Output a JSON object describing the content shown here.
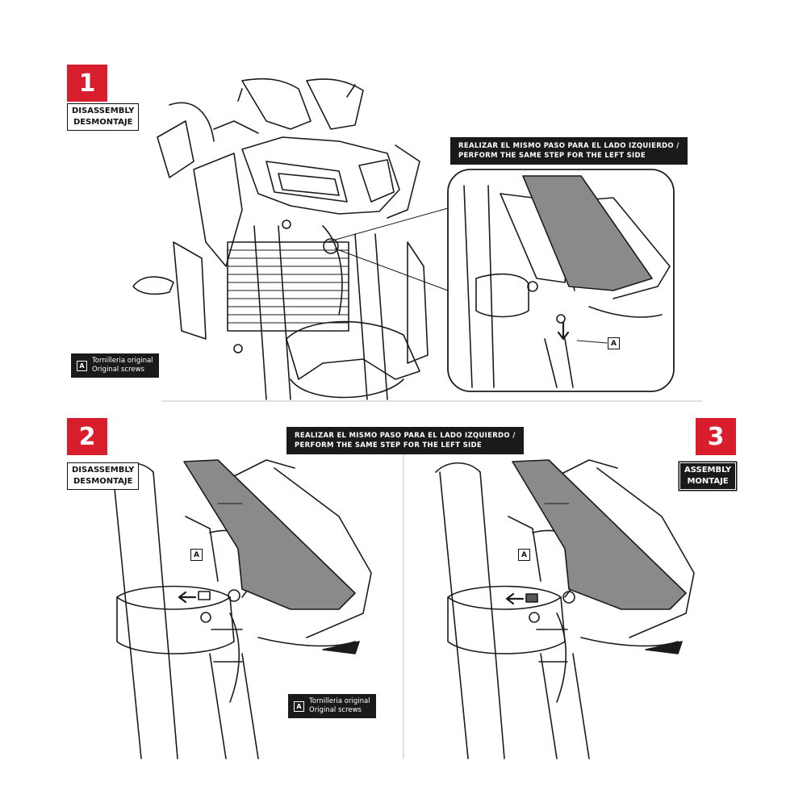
{
  "steps": [
    {
      "number": "1",
      "tag_line1": "DISASSEMBLY",
      "tag_line2": "DESMONTAJE"
    },
    {
      "number": "2",
      "tag_line1": "DISASSEMBLY",
      "tag_line2": "DESMONTAJE"
    },
    {
      "number": "3",
      "tag_line1": "ASSEMBLY",
      "tag_line2": "MONTAJE"
    }
  ],
  "notes": {
    "top_line1": "REALIZAR EL MISMO PASO PARA EL LADO IZQUIERDO /",
    "top_line2": "PERFORM THE SAME STEP FOR THE LEFT SIDE",
    "mid_line1": "REALIZAR EL MISMO PASO PARA EL LADO IZQUIERDO /",
    "mid_line2": "PERFORM THE SAME STEP FOR THE LEFT SIDE"
  },
  "legend": {
    "key": "A",
    "line1": "Tornilleria original",
    "line2": "Original screws"
  },
  "callouts": {
    "a_top": "A",
    "a_step2": "A",
    "a_step3": "A"
  },
  "colors": {
    "accent": "#d81e2c",
    "label_dark": "#1a1a1a",
    "panel_gray": "#8a8a8a"
  },
  "icons": [
    "arrow-down-icon",
    "arrow-left-icon",
    "screw-icon"
  ]
}
